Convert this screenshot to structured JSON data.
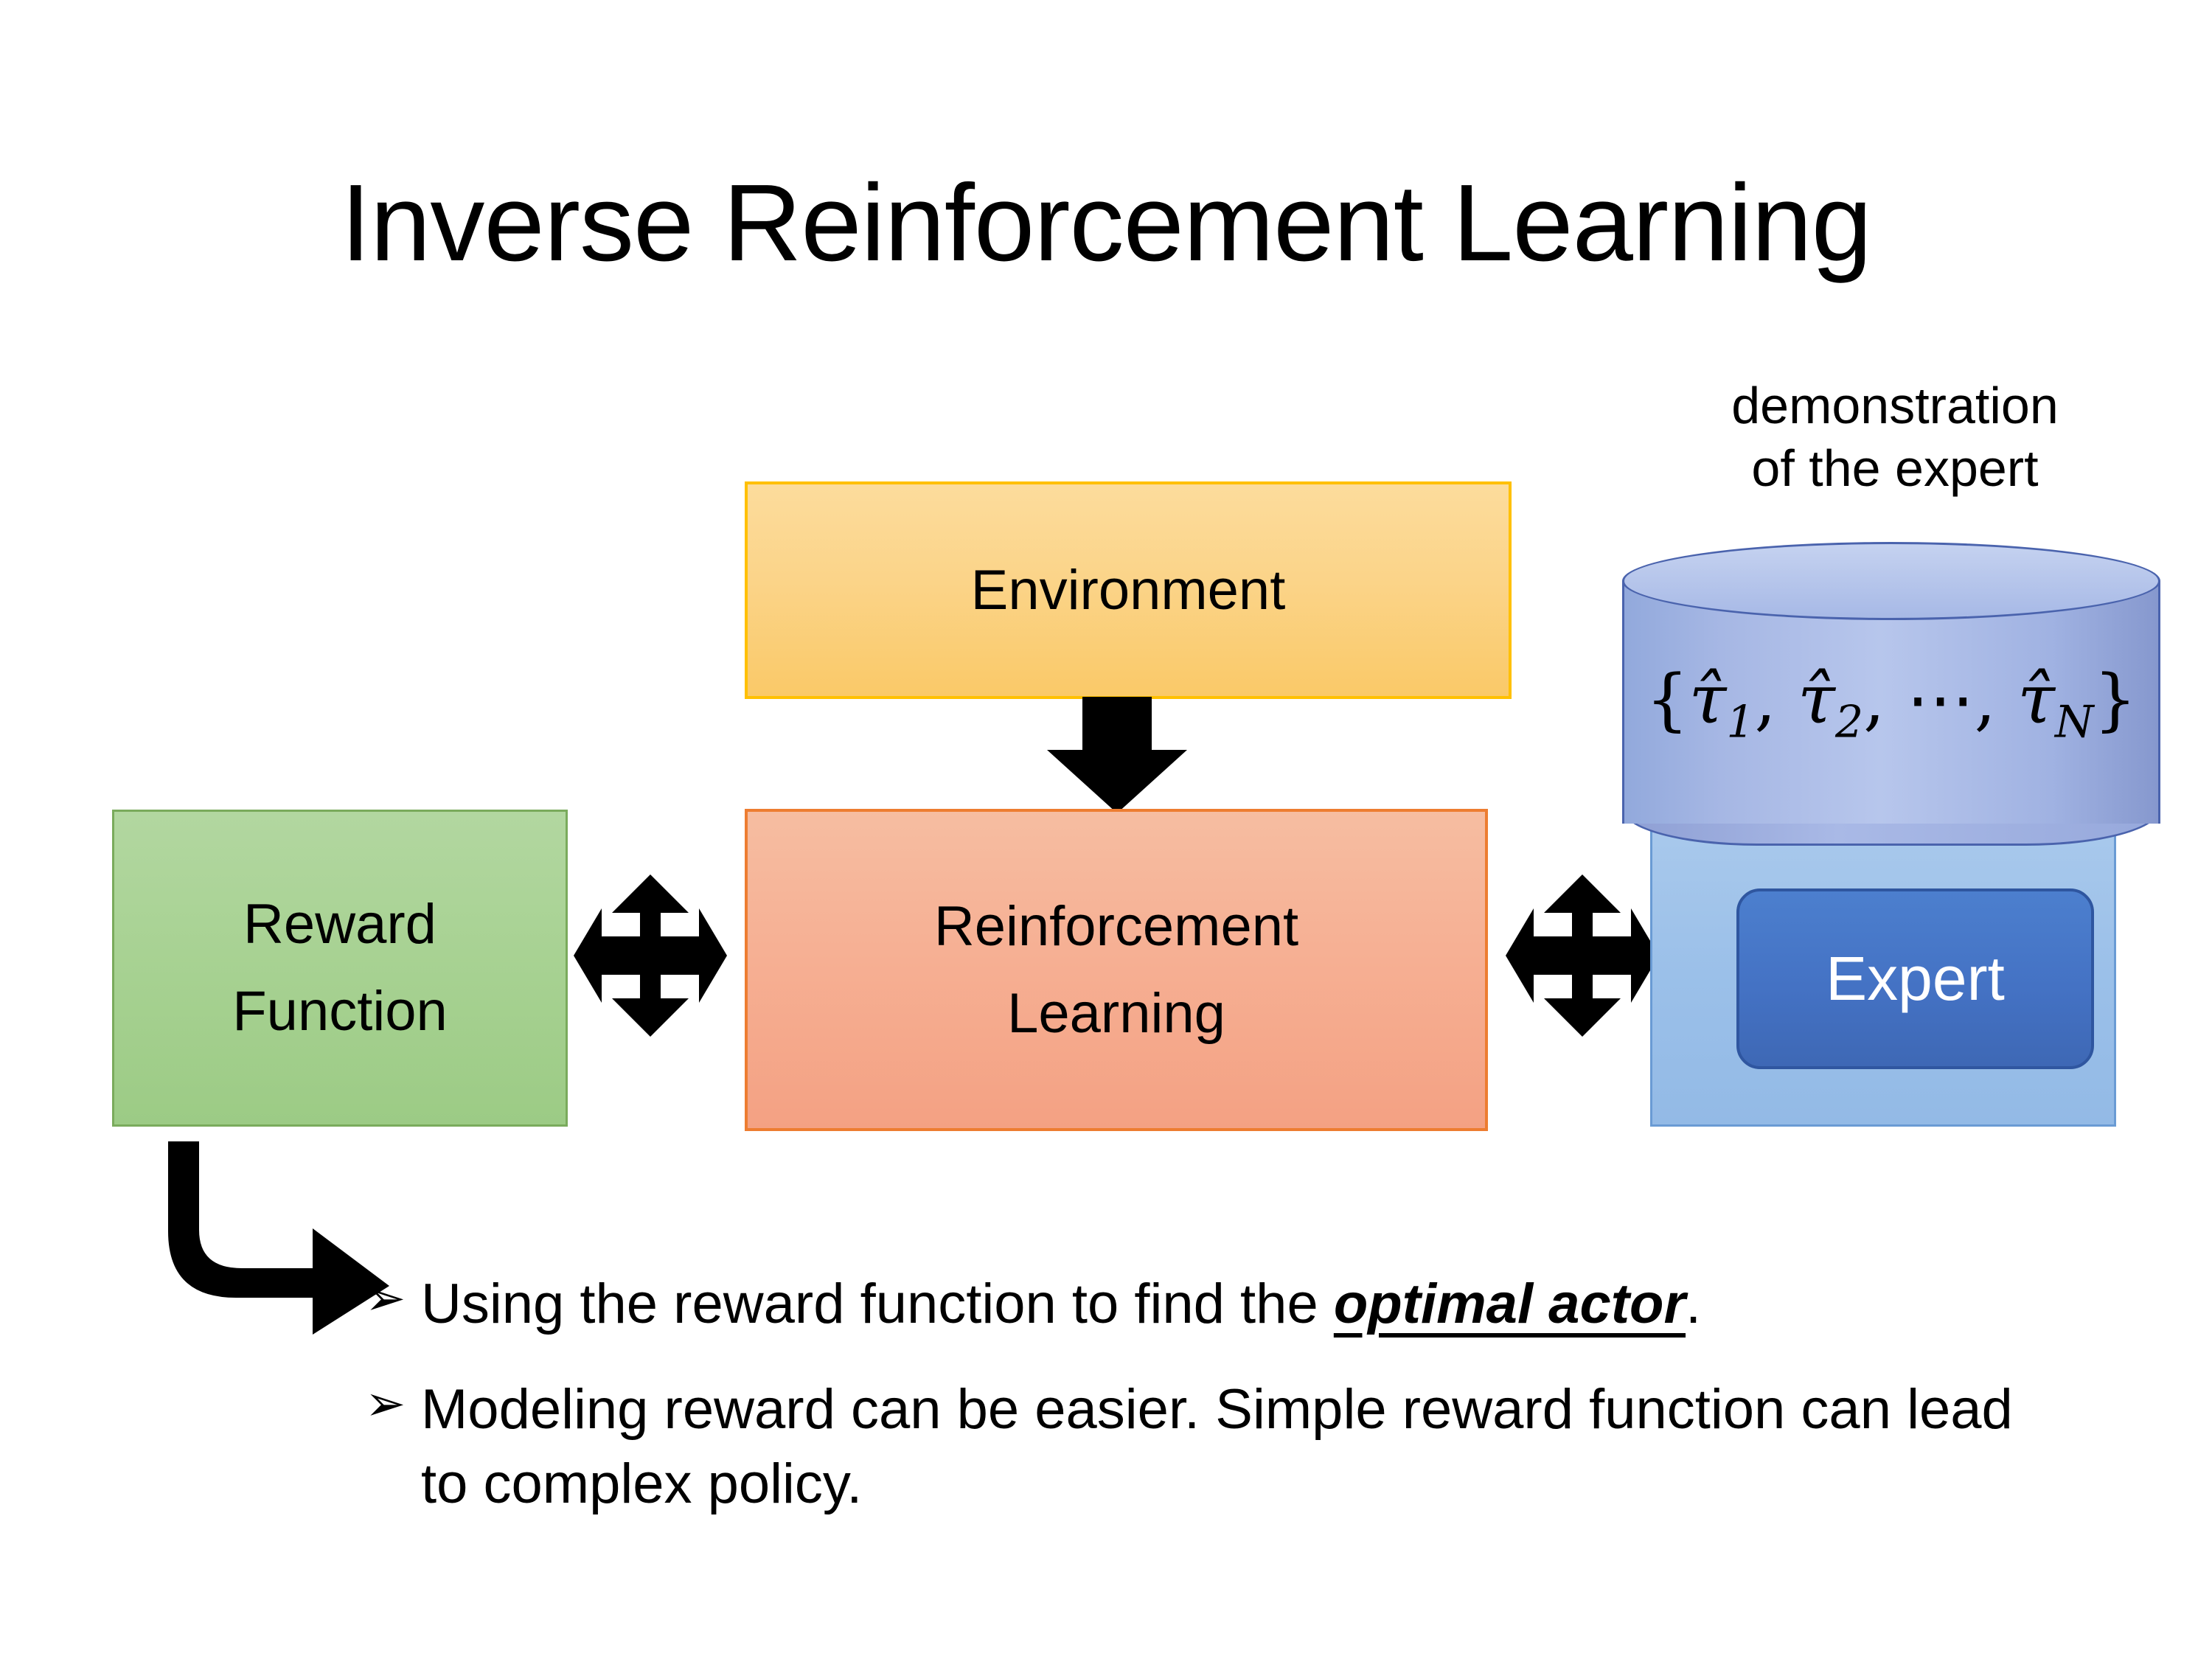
{
  "slide": {
    "title": "Inverse Reinforcement Learning",
    "background_color": "#FFFFFF"
  },
  "diagram": {
    "environment_box": {
      "label": "Environment",
      "fill_color": "#FBD489",
      "border_color": "#FFC000"
    },
    "rl_box": {
      "label_line1": "Reinforcement",
      "label_line2": "Learning",
      "fill_color": "#F6B195",
      "border_color": "#ED7D31"
    },
    "reward_box": {
      "label_line1": "Reward",
      "label_line2": "Function",
      "fill_color": "#A8D293",
      "border_color": "#7AAB5C"
    },
    "expert_group": {
      "caption_line1": "demonstration",
      "caption_line2": "of the expert",
      "panel_fill_color": "#9BC0E9",
      "cylinder_fill_color": "#A6B7E4",
      "cylinder_label": {
        "open_brace": "{",
        "tau1": "τ̂",
        "tau1_sub": "1",
        "comma1": ",",
        "tau2": "τ̂",
        "tau2_sub": "2",
        "comma2": ",",
        "ellipsis": "⋯",
        "comma3": ",",
        "tauN": "τ̂",
        "tauN_sub": "N",
        "close_brace": "}"
      },
      "expert_button": {
        "label": "Expert",
        "fill_color": "#4472C4",
        "text_color": "#FFFFFF"
      }
    },
    "arrows": {
      "environment_to_rl": "down-arrow-icon",
      "reward_rl_link": "quad-arrow-icon",
      "rl_expert_link": "quad-arrow-icon",
      "reward_to_bullets": "bent-arrow-icon"
    }
  },
  "bullets": {
    "marker": "➢",
    "items": [
      {
        "prefix": "Using the reward function to find the ",
        "emphasis": "optimal actor",
        "suffix": "."
      },
      {
        "prefix": "Modeling reward can be easier. Simple reward function can lead to complex policy.",
        "emphasis": "",
        "suffix": ""
      }
    ]
  }
}
